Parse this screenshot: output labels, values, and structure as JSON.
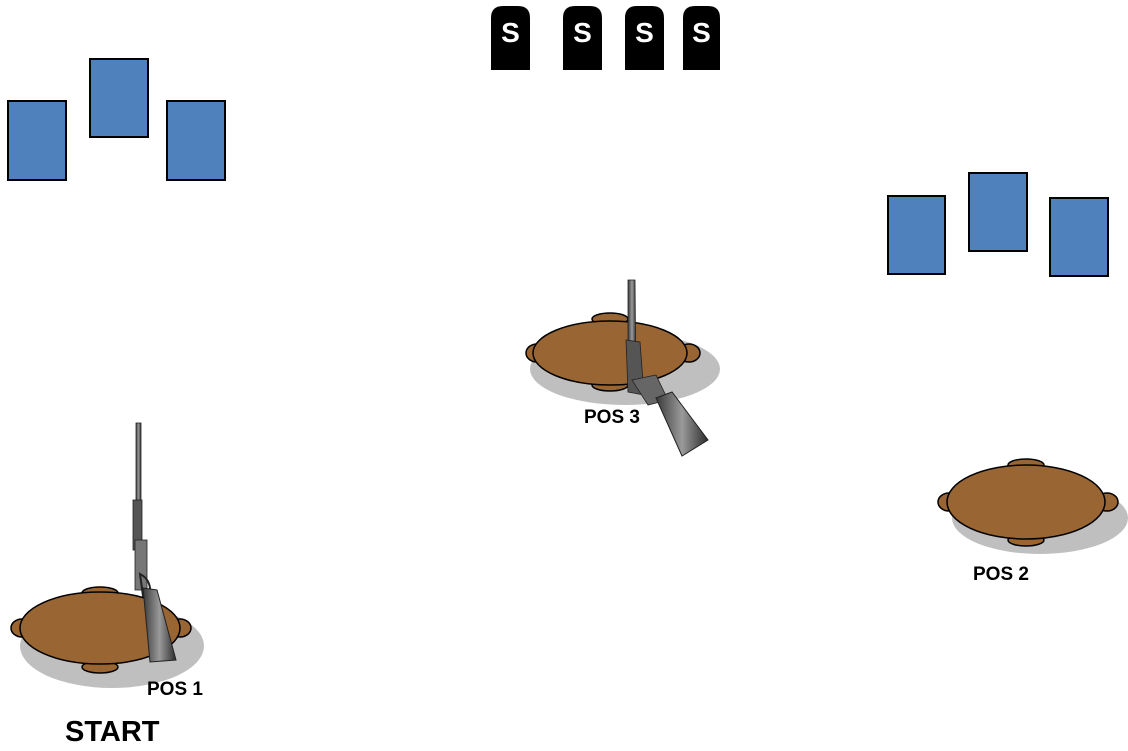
{
  "labels": {
    "pos1": "POS 1",
    "pos2": "POS 2",
    "pos3": "POS 3",
    "start": "START"
  },
  "steel_targets": [
    "S",
    "S",
    "S",
    "S"
  ],
  "colors": {
    "paper_target_fill": "#4f81bd",
    "paper_target_stroke": "#000000",
    "table_fill": "#996633",
    "table_shadow": "#bfbfbf",
    "steel_fill": "#000000",
    "steel_letter": "#ffffff",
    "label_text": "#000000"
  },
  "icons": [
    "rifle-icon",
    "steel-target-icon",
    "paper-target-icon",
    "table-icon"
  ]
}
